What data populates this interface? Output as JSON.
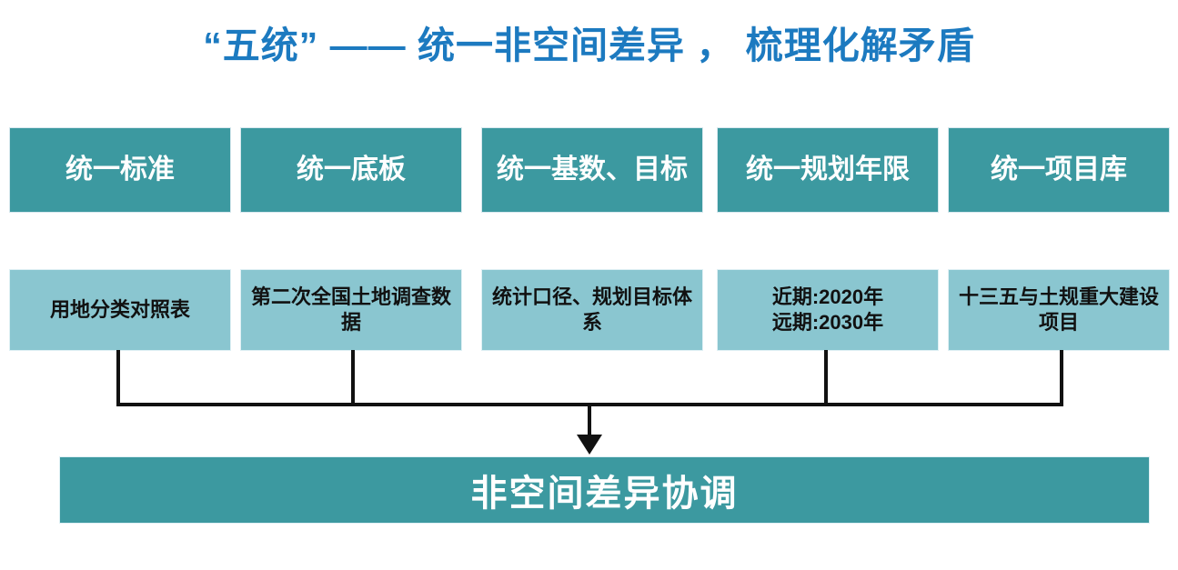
{
  "slide": {
    "title": "“五统” —— 统一非空间差异 ， 梳理化解矛盾",
    "colors": {
      "title_blue": "#1C7AC0",
      "primary_teal": "#3C99A0",
      "secondary_light_blue": "#8AC6D0",
      "connector_black": "#111111",
      "text_white": "#FFFFFF",
      "text_dark": "#111111"
    }
  },
  "pillars": [
    {
      "heading": "统一标准",
      "detail": "用地分类对照表"
    },
    {
      "heading": "统一底板",
      "detail": "第二次全国土地调查数据"
    },
    {
      "heading": "统一基数、目标",
      "detail": "统计口径、规划目标体系"
    },
    {
      "heading": "统一规划年限",
      "detail": "近期:2020年\n远期:2030年"
    },
    {
      "heading": "统一项目库",
      "detail": "十三五与土规重大建设项目"
    }
  ],
  "outcome": {
    "label": "非空间差异协调"
  }
}
